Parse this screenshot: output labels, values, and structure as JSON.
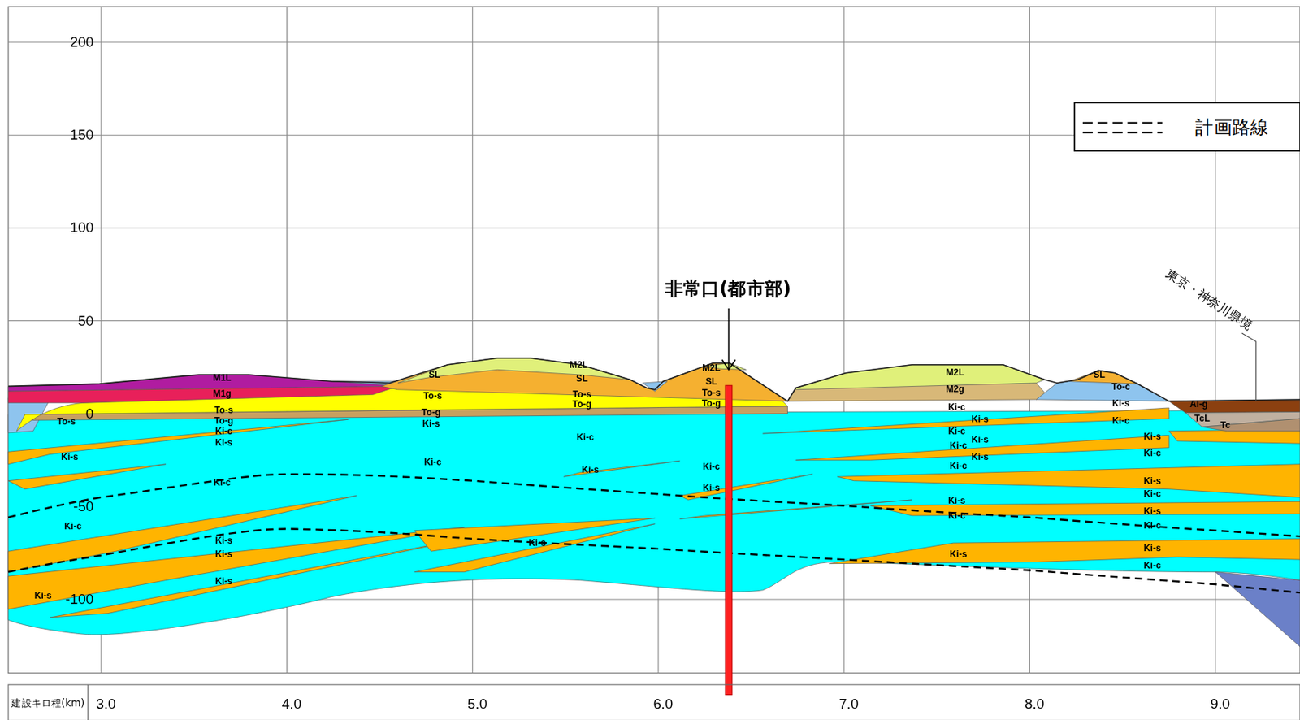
{
  "diagram": {
    "labels": [
      "200",
      "150",
      "100",
      "50",
      "0",
      "-50",
      "-100",
      "建設キロ程(km)",
      "3.0",
      "4.0",
      "5.0",
      "6.0",
      "7.0",
      "8.0",
      "9.0",
      "非常口(都市部)",
      "東京・神奈川県境",
      "M1L",
      "M1g",
      "To-s",
      "To-g",
      "Ki-c",
      "Ki-s",
      "To-s",
      "Ki-s",
      "Ki-c",
      "Ki-c",
      "Ki-s",
      "Ki-s",
      "Ki-s",
      "Ki-s",
      "SL",
      "To-s",
      "To-g",
      "Ki-s",
      "Ki-c",
      "M2L",
      "SL",
      "To-s",
      "To-g",
      "Ki-c",
      "Ki-s",
      "Ki-s",
      "M2L",
      "SL",
      "To-s",
      "To-g",
      "Ki-c",
      "Ki-s",
      "M2L",
      "M2g",
      "Ki-c",
      "Ki-s",
      "Ki-c",
      "Ki-s",
      "Ki-c",
      "Ki-s",
      "Ki-c",
      "Ki-s",
      "Ki-c",
      "Ki-s",
      "SL",
      "To-c",
      "Ki-s",
      "Ki-c",
      "Ki-s",
      "Ki-c",
      "Ki-s",
      "Ki-c",
      "Ki-s",
      "Ki-c",
      "Ki-s",
      "Ki-c",
      "Al-g",
      "TcL",
      "Tc"
    ],
    "legend": [
      {
        "text": "計画路線"
      }
    ]
  }
}
